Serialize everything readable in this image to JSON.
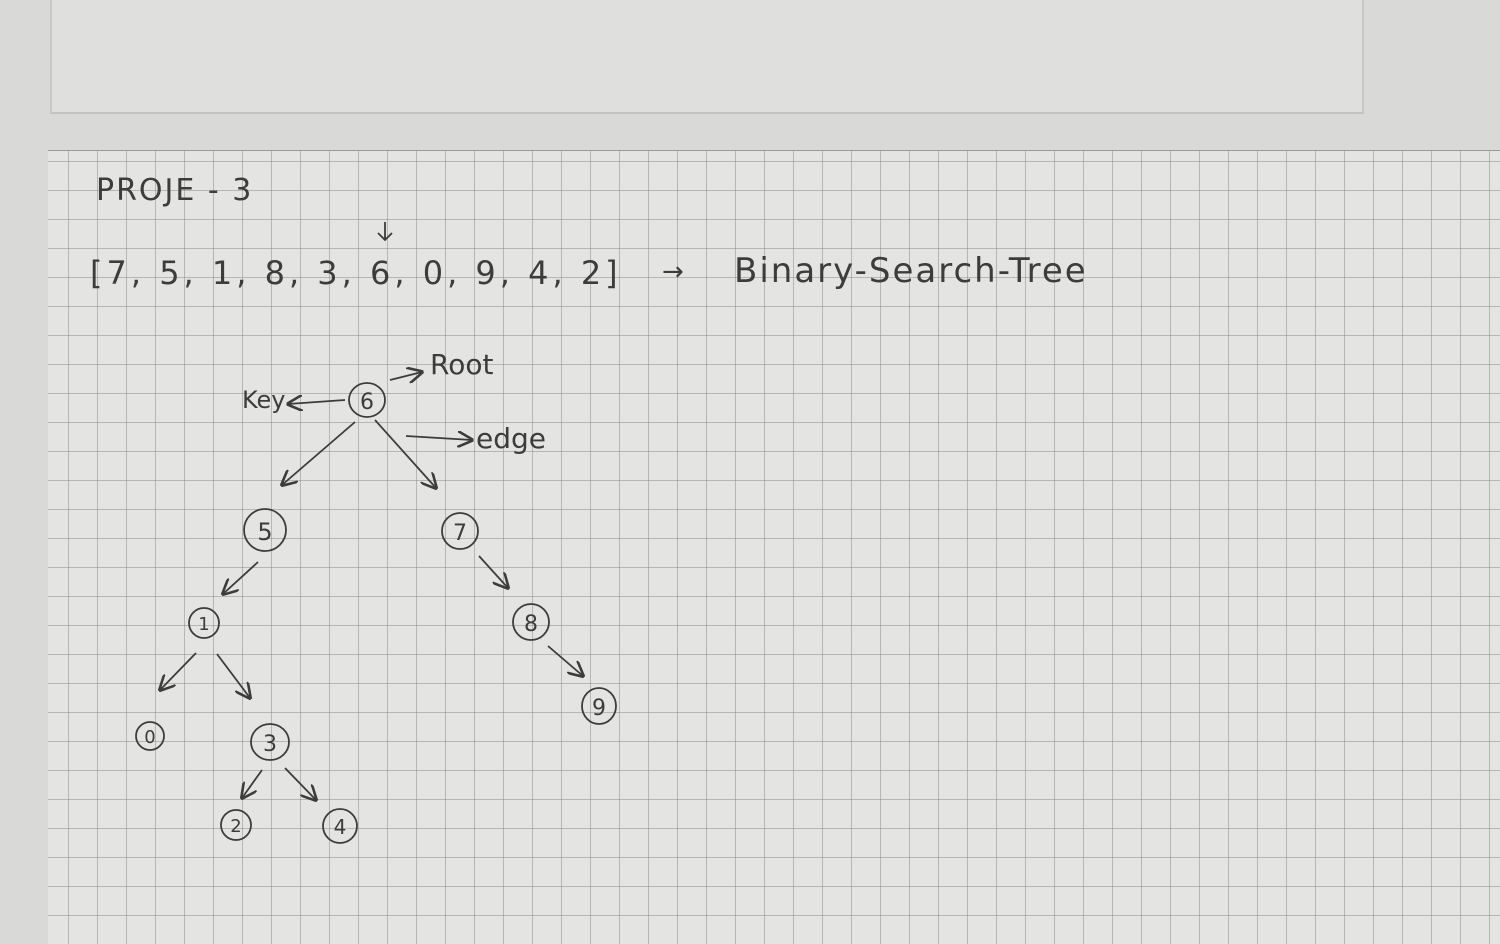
{
  "page": {
    "title": "PROJE - 3",
    "array_text": "[7, 5, 1, 8, 3, 6, 0, 9, 4, 2]",
    "arrow": "→",
    "result_label": "Binary-Search-Tree",
    "root_label": "Root",
    "key_label": "Key",
    "edge_label": "edge"
  },
  "tree": {
    "nodes": [
      {
        "id": "n6",
        "value": "6"
      },
      {
        "id": "n5",
        "value": "5"
      },
      {
        "id": "n7",
        "value": "7"
      },
      {
        "id": "n1",
        "value": "1"
      },
      {
        "id": "n8",
        "value": "8"
      },
      {
        "id": "n0",
        "value": "0"
      },
      {
        "id": "n3",
        "value": "3"
      },
      {
        "id": "n9",
        "value": "9"
      },
      {
        "id": "n2",
        "value": "2"
      },
      {
        "id": "n4",
        "value": "4"
      }
    ],
    "edges": [
      {
        "from": "6",
        "to": "5"
      },
      {
        "from": "6",
        "to": "7"
      },
      {
        "from": "5",
        "to": "1"
      },
      {
        "from": "7",
        "to": "8"
      },
      {
        "from": "1",
        "to": "0"
      },
      {
        "from": "1",
        "to": "3"
      },
      {
        "from": "8",
        "to": "9"
      },
      {
        "from": "3",
        "to": "2"
      },
      {
        "from": "3",
        "to": "4"
      }
    ]
  },
  "colors": {
    "ink": "#3c3c3c",
    "paper": "#e4e4e2",
    "grid": "#8a8a88"
  }
}
